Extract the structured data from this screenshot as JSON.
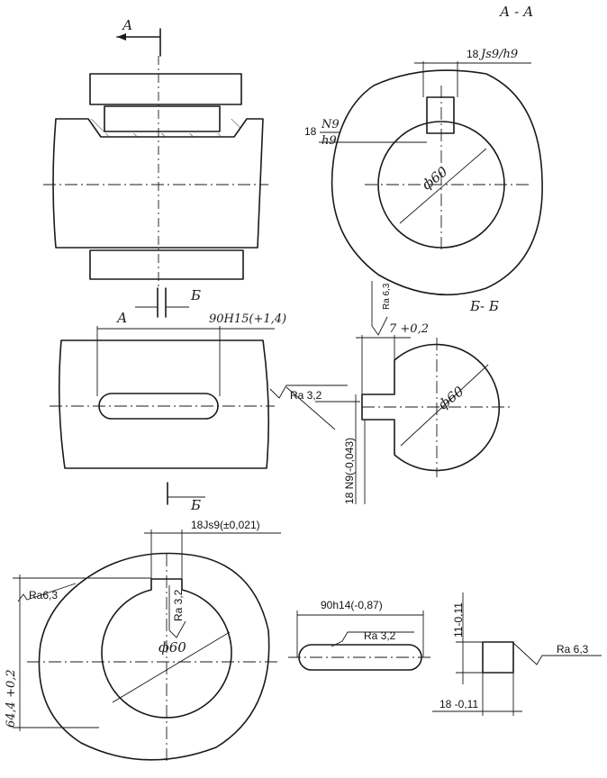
{
  "section_titles": {
    "aa": "А - А",
    "bb": "Б- Б"
  },
  "section_marks": {
    "a_top": "А",
    "a_mid": "А",
    "b_mid": "Б",
    "b_bottom": "Б"
  },
  "dimensions": {
    "key_width_top": "18",
    "key_fit_top": "Js9/h9",
    "key_width_left": "18",
    "key_fit_left_num": "N9",
    "key_fit_left_den": "h9",
    "diameter_aa": "ф60",
    "slot_length": "90Н15(+1,4)",
    "depth_7": "7 +0,2",
    "diameter_bb": "ф60",
    "shaft_slot_width": "18 N9(-0,043)",
    "hub_slot_width": "18Js9(±0,021)",
    "hub_depth": "64,4 +0,2",
    "diameter_hub": "ф60",
    "key_length": "90h14(-0,87)",
    "key_height": "11-0,11",
    "key_width_bottom": "18 -0,11"
  },
  "roughness": {
    "bb_top": "Ra 6,3",
    "shaft_slot": "Ra 3,2",
    "hub_left": "Ra6,3",
    "hub_slot": "Ra 3,2",
    "key_top": "Ra 3,2",
    "key_right": "Ra 6,3"
  }
}
